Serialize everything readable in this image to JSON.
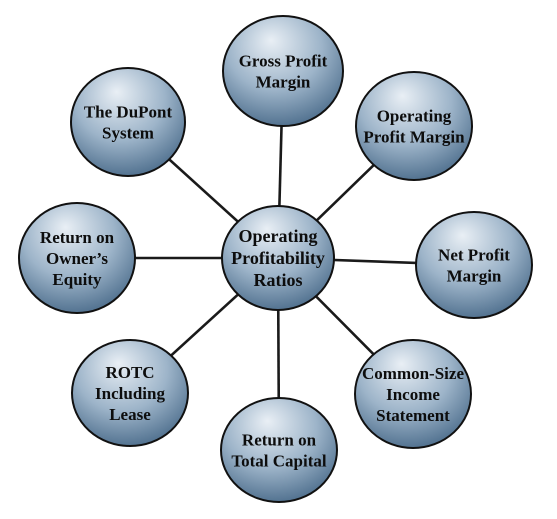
{
  "diagram": {
    "hub": {
      "name": "hub",
      "lines": [
        "Operating",
        "Profitability",
        "Ratios"
      ]
    },
    "nodes": [
      {
        "name": "node-gross-profit-margin",
        "lines": [
          "Gross Profit",
          "Margin"
        ]
      },
      {
        "name": "node-operating-profit-margin",
        "lines": [
          "Operating",
          "Profit Margin"
        ]
      },
      {
        "name": "node-net-profit-margin",
        "lines": [
          "Net Profit",
          "Margin"
        ]
      },
      {
        "name": "node-common-size-income-statement",
        "lines": [
          "Common-Size",
          "Income",
          "Statement"
        ]
      },
      {
        "name": "node-return-on-total-capital",
        "lines": [
          "Return on",
          "Total Capital"
        ]
      },
      {
        "name": "node-rotc-including-lease",
        "lines": [
          "ROTC",
          "Including",
          "Lease"
        ]
      },
      {
        "name": "node-return-on-owners-equity",
        "lines": [
          "Return on",
          "Owner’s",
          "Equity"
        ]
      },
      {
        "name": "node-dupont-system",
        "lines": [
          "The DuPont",
          "System"
        ]
      }
    ],
    "colors": {
      "node_light": "#e9eff5",
      "node_mid": "#9db4c9",
      "node_dark": "#4a6b8a",
      "connector": "#1a1a1a",
      "text": "#0d0d0d"
    }
  }
}
